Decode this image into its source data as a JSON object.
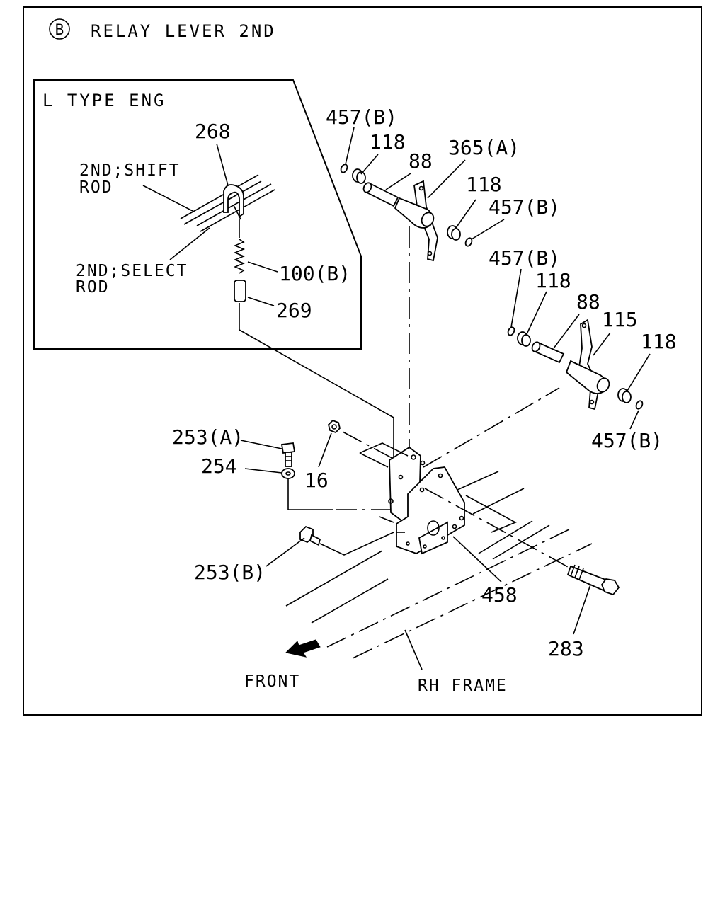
{
  "header": {
    "badge_letter": "B",
    "title": "RELAY LEVER 2ND"
  },
  "inset": {
    "title": "L TYPE ENG",
    "shift_rod_line1": "2ND;SHIFT",
    "shift_rod_line2": "ROD",
    "select_rod_line1": "2ND;SELECT",
    "select_rod_line2": "ROD"
  },
  "labels": {
    "p268": "268",
    "p100b": "100(B)",
    "p269": "269",
    "p457b_top": "457(B)",
    "p118_top": "118",
    "p88_top": "88",
    "p365a": "365(A)",
    "p118_mid": "118",
    "p457b_mid": "457(B)",
    "p457b_lower": "457(B)",
    "p118_lower": "118",
    "p88_lower": "88",
    "p115": "115",
    "p118_right": "118",
    "p457b_bottom": "457(B)",
    "p253a": "253(A)",
    "p254": "254",
    "p16": "16",
    "p253b": "253(B)",
    "p458": "458",
    "p283": "283",
    "front": "FRONT",
    "rh_frame": "RH FRAME"
  }
}
